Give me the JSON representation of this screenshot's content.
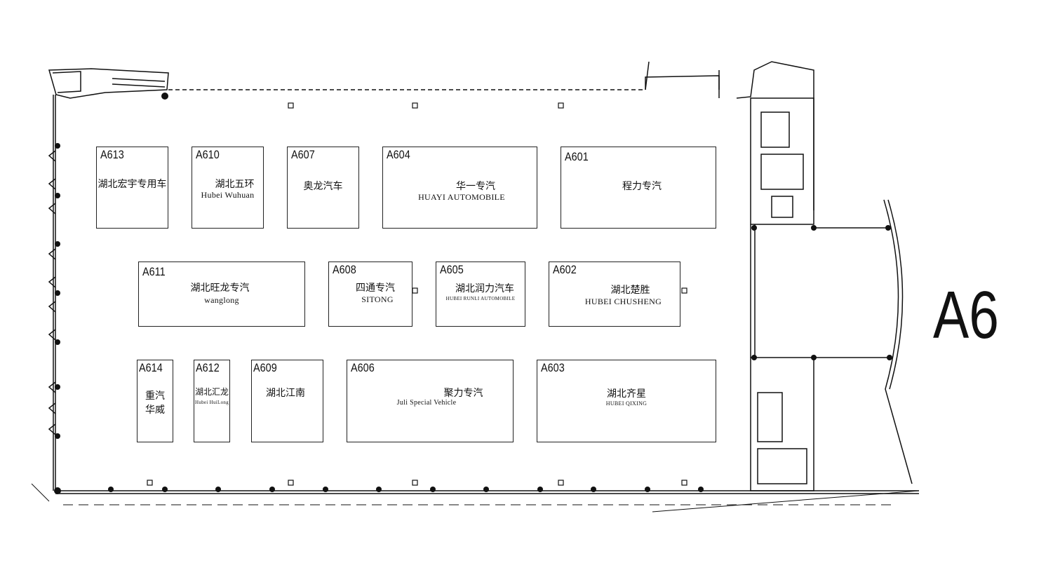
{
  "hall": {
    "label": "A6"
  },
  "booths": {
    "a613": {
      "id": "A613",
      "cn": "湖北宏宇专用车"
    },
    "a610": {
      "id": "A610",
      "cn": "湖北五环",
      "en": "Hubei Wuhuan"
    },
    "a607": {
      "id": "A607",
      "cn": "奥龙汽车"
    },
    "a604": {
      "id": "A604",
      "cn": "华一专汽",
      "en": "HUAYI AUTOMOBILE"
    },
    "a601": {
      "id": "A601",
      "cn": "程力专汽"
    },
    "a611": {
      "id": "A611",
      "cn": "湖北旺龙专汽",
      "en": "wanglong"
    },
    "a608": {
      "id": "A608",
      "cn": "四通专汽",
      "en": "SITONG"
    },
    "a605": {
      "id": "A605",
      "cn": "湖北润力汽车",
      "en": "HUBEI RUNLI AUTOMOBILE"
    },
    "a602": {
      "id": "A602",
      "cn": "湖北楚胜",
      "en": "HUBEI CHUSHENG"
    },
    "a614": {
      "id": "A614",
      "cn": "重汽",
      "cn2": "华威"
    },
    "a612": {
      "id": "A612",
      "cn": "湖北汇龙",
      "en": "Hubei HuiLong"
    },
    "a609": {
      "id": "A609",
      "cn": "湖北江南"
    },
    "a606": {
      "id": "A606",
      "cn": "聚力专汽",
      "en": "Juli  Special Vehicle"
    },
    "a603": {
      "id": "A603",
      "cn": "湖北齐星",
      "en": "HUBEI QIXING"
    }
  }
}
